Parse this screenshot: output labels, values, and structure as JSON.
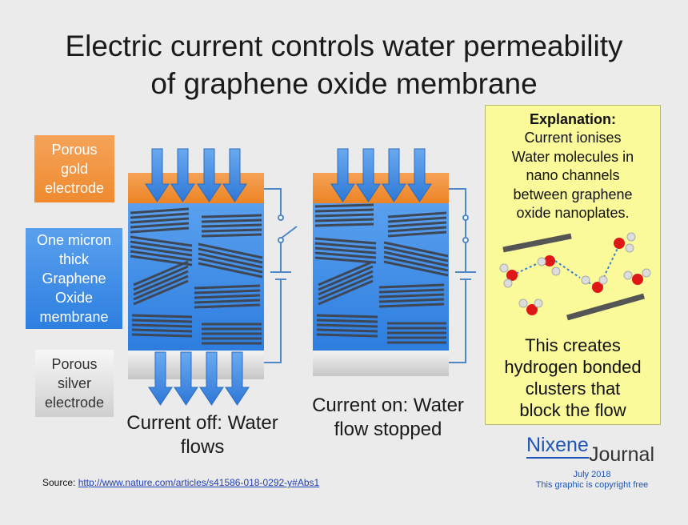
{
  "title": {
    "line1": "Electric current controls water permeability",
    "line2": "of graphene oxide membrane"
  },
  "labels": {
    "gold": "Porous gold electrode",
    "graphene": "One micron thick Graphene Oxide membrane",
    "silver": "Porous silver electrode"
  },
  "captions": {
    "current_off": "Current off: Water flows",
    "current_on": "Current on: Water flow stopped"
  },
  "explanation": {
    "heading": "Explanation:",
    "body": "Current ionises\nWater molecules in\nnano channels\nbetween graphene\noxide nanoplates.",
    "conclusion": "This creates\nhydrogen bonded\nclusters that\nblock the flow"
  },
  "logo": {
    "brand": "Nixene",
    "suffix": "Journal",
    "date": "July 2018",
    "copyright": "This graphic is copyright free"
  },
  "source": {
    "prefix": "Source:",
    "link": "http://www.nature.com/articles/s41586-018-0292-y#Abs1"
  },
  "colors": {
    "gold": "#f08c30",
    "graphene": "#3a86e8",
    "silver": "#d4d4d4",
    "sheet": "#3e4756",
    "arrow": "#3f87e0",
    "circuit": "#4f87c7",
    "explanation_bg": "#fafa9a"
  }
}
